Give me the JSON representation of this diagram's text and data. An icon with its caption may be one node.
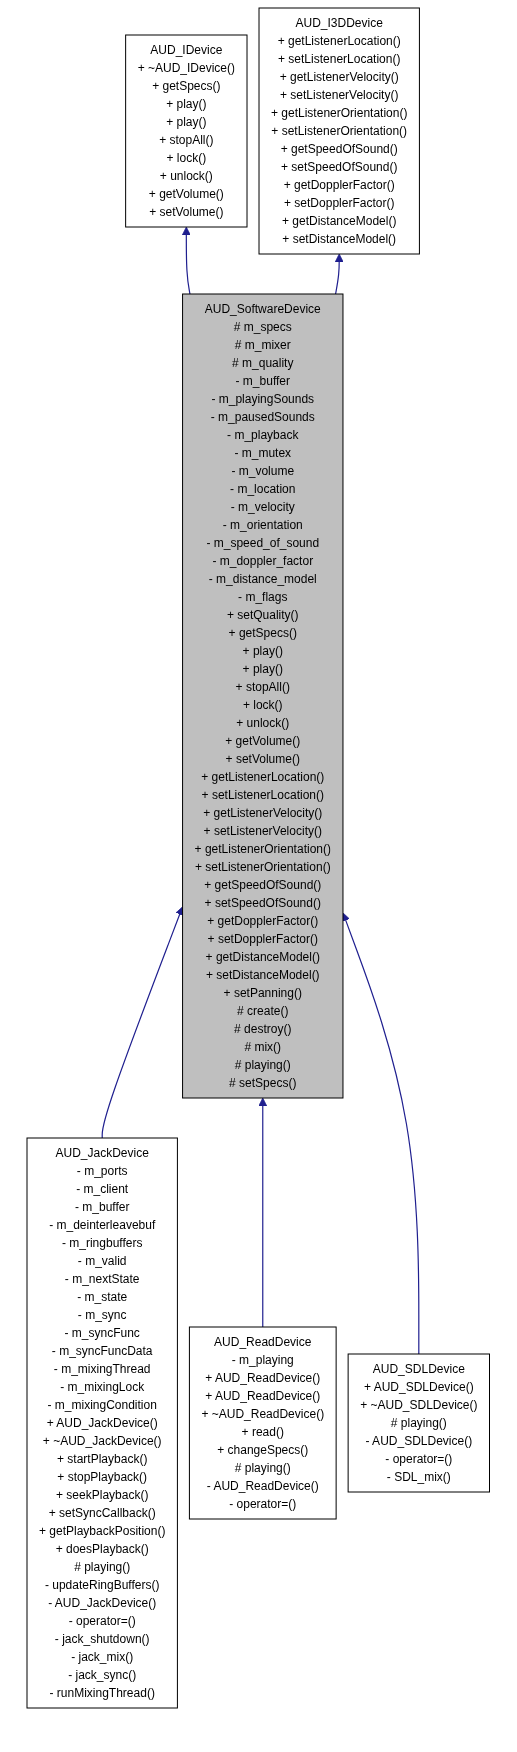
{
  "diagram": {
    "nodes": [
      {
        "text": [
          "AUD_IDevice",
          "+ ~AUD_IDevice()",
          "+ getSpecs()",
          "+ play()",
          "+ play()",
          "+ stopAll()",
          "+ lock()",
          "+ unlock()",
          "+ getVolume()",
          "+ setVolume()"
        ]
      },
      {
        "text": [
          "AUD_I3DDevice",
          "+ getListenerLocation()",
          "+ setListenerLocation()",
          "+ getListenerVelocity()",
          "+ setListenerVelocity()",
          "+ getListenerOrientation()",
          "+ setListenerOrientation()",
          "+ getSpeedOfSound()",
          "+ setSpeedOfSound()",
          "+ getDopplerFactor()",
          "+ setDopplerFactor()",
          "+ getDistanceModel()",
          "+ setDistanceModel()"
        ]
      },
      {
        "text": [
          "AUD_SoftwareDevice",
          "# m_specs",
          "# m_mixer",
          "# m_quality",
          "- m_buffer",
          "- m_playingSounds",
          "- m_pausedSounds",
          "- m_playback",
          "- m_mutex",
          "- m_volume",
          "- m_location",
          "- m_velocity",
          "- m_orientation",
          "- m_speed_of_sound",
          "- m_doppler_factor",
          "- m_distance_model",
          "- m_flags",
          "+ setQuality()",
          "+ getSpecs()",
          "+ play()",
          "+ play()",
          "+ stopAll()",
          "+ lock()",
          "+ unlock()",
          "+ getVolume()",
          "+ setVolume()",
          "+ getListenerLocation()",
          "+ setListenerLocation()",
          "+ getListenerVelocity()",
          "+ setListenerVelocity()",
          "+ getListenerOrientation()",
          "+ setListenerOrientation()",
          "+ getSpeedOfSound()",
          "+ setSpeedOfSound()",
          "+ getDopplerFactor()",
          "+ setDopplerFactor()",
          "+ getDistanceModel()",
          "+ setDistanceModel()",
          "+ setPanning()",
          "# create()",
          "# destroy()",
          "# mix()",
          "# playing()",
          "# setSpecs()"
        ]
      },
      {
        "text": [
          "AUD_JackDevice",
          "- m_ports",
          "- m_client",
          "- m_buffer",
          "- m_deinterleavebuf",
          "- m_ringbuffers",
          "- m_valid",
          "- m_nextState",
          "- m_state",
          "- m_sync",
          "- m_syncFunc",
          "- m_syncFuncData",
          "- m_mixingThread",
          "- m_mixingLock",
          "- m_mixingCondition",
          "+ AUD_JackDevice()",
          "+ ~AUD_JackDevice()",
          "+ startPlayback()",
          "+ stopPlayback()",
          "+ seekPlayback()",
          "+ setSyncCallback()",
          "+ getPlaybackPosition()",
          "+ doesPlayback()",
          "# playing()",
          "- updateRingBuffers()",
          "- AUD_JackDevice()",
          "- operator=()",
          "- jack_shutdown()",
          "- jack_mix()",
          "- jack_sync()",
          "- runMixingThread()"
        ]
      },
      {
        "text": [
          "AUD_ReadDevice",
          "- m_playing",
          "+ AUD_ReadDevice()",
          "+ AUD_ReadDevice()",
          "+ ~AUD_ReadDevice()",
          "+ read()",
          "+ changeSpecs()",
          "# playing()",
          "- AUD_ReadDevice()",
          "- operator=()"
        ]
      },
      {
        "text": [
          "AUD_SDLDevice",
          "+ AUD_SDLDevice()",
          "+ ~AUD_SDLDevice()",
          "# playing()",
          "- AUD_SDLDevice()",
          "- operator=()",
          "- SDL_mix()"
        ]
      }
    ],
    "edges": [
      {
        "from": 2,
        "to": 0,
        "arrow": "to"
      },
      {
        "from": 2,
        "to": 1,
        "arrow": "to"
      },
      {
        "from": 3,
        "to": 2,
        "arrow": "to"
      },
      {
        "from": 4,
        "to": 2,
        "arrow": "to"
      },
      {
        "from": 5,
        "to": 2,
        "arrow": "to"
      }
    ]
  }
}
